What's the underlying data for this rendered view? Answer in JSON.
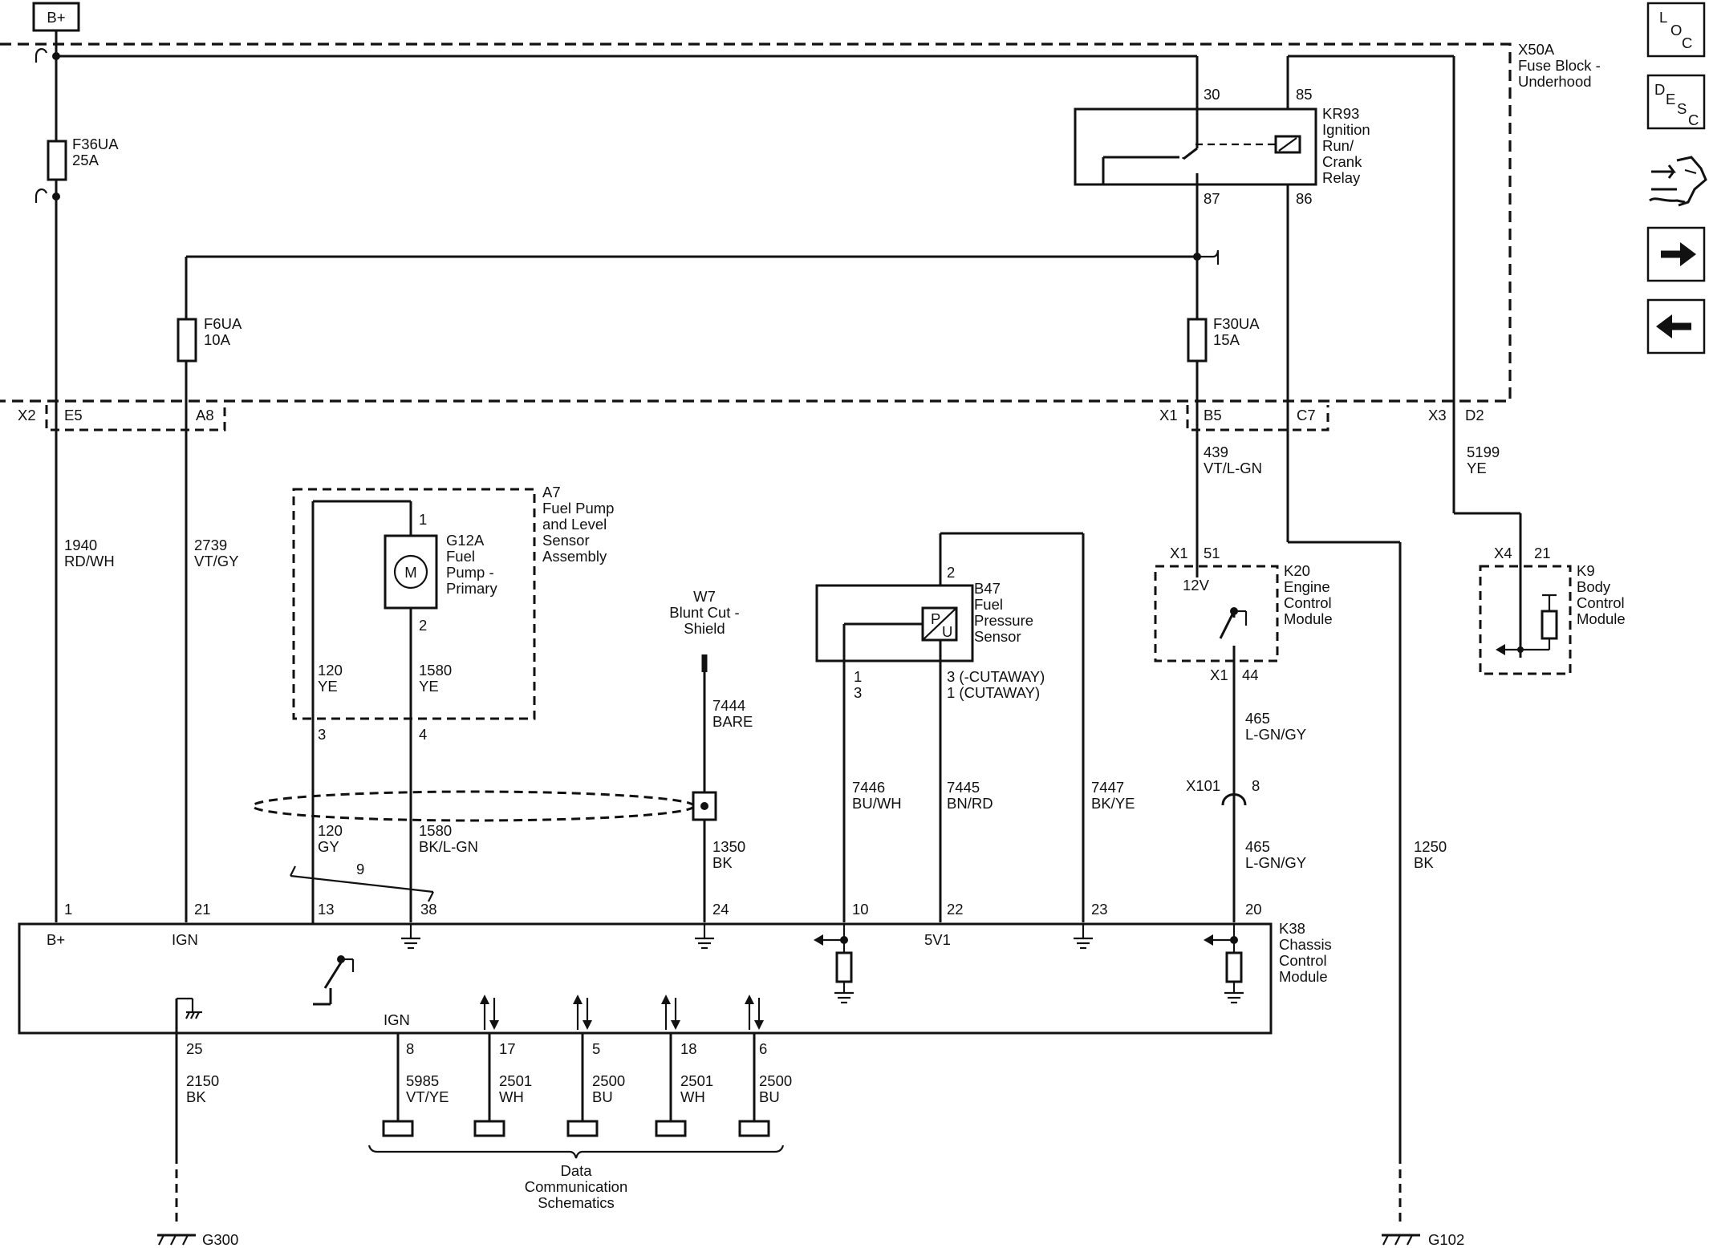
{
  "battery": {
    "label": "B+"
  },
  "fuse_block": {
    "name": "X50A",
    "desc": [
      "Fuse Block -",
      "Underhood"
    ]
  },
  "fuses": {
    "f36": [
      "F36UA",
      "25A"
    ],
    "f6": [
      "F6UA",
      "10A"
    ],
    "f30": [
      "F30UA",
      "15A"
    ]
  },
  "relay": {
    "name": "KR93",
    "desc": [
      "Ignition",
      "Run/",
      "Crank",
      "Relay"
    ],
    "pins": {
      "p30": "30",
      "p85": "85",
      "p87": "87",
      "p86": "86"
    }
  },
  "connectors": {
    "x2": "X2",
    "e5": "E5",
    "a8": "A8",
    "x1": "X1",
    "b5": "B5",
    "c7": "C7",
    "x3": "X3",
    "d2": "D2",
    "x1_51": "X1",
    "pin51": "51",
    "x4": "X4",
    "pin21_k9": "21",
    "x1_44": "X1",
    "pin44": "44",
    "x101": "X101",
    "pin8_x101": "8"
  },
  "wires": {
    "w1940": [
      "1940",
      "RD/WH"
    ],
    "w2739": [
      "2739",
      "VT/GY"
    ],
    "w439": [
      "439",
      "VT/L-GN"
    ],
    "w5199": [
      "5199",
      "YE"
    ],
    "w120ye": [
      "120",
      "YE"
    ],
    "w1580ye": [
      "1580",
      "YE"
    ],
    "w120gy": [
      "120",
      "GY"
    ],
    "w1580bk": [
      "1580",
      "BK/L-GN"
    ],
    "w7444": [
      "7444",
      "BARE"
    ],
    "w1350": [
      "1350",
      "BK"
    ],
    "w7446": [
      "7446",
      "BU/WH"
    ],
    "w7445": [
      "7445",
      "BN/RD"
    ],
    "w7447": [
      "7447",
      "BK/YE"
    ],
    "w465a": [
      "465",
      "L-GN/GY"
    ],
    "w465b": [
      "465",
      "L-GN/GY"
    ],
    "w1250": [
      "1250",
      "BK"
    ],
    "w2150": [
      "2150",
      "BK"
    ],
    "w5985": [
      "5985",
      "VT/YE"
    ],
    "w2501a": [
      "2501",
      "WH"
    ],
    "w2500a": [
      "2500",
      "BU"
    ],
    "w2501b": [
      "2501",
      "WH"
    ],
    "w2500b": [
      "2500",
      "BU"
    ]
  },
  "a7": {
    "name": "A7",
    "desc": [
      "Fuel Pump",
      "and Level",
      "Sensor",
      "Assembly"
    ],
    "pins": {
      "p1": "1",
      "p2": "2",
      "p3": "3",
      "p4": "4"
    }
  },
  "g12a": {
    "name": "G12A",
    "desc": [
      "Fuel",
      "Pump -",
      "Primary"
    ],
    "motor": "M"
  },
  "w7": {
    "name": "W7",
    "desc": [
      "Blunt Cut -",
      "Shield"
    ]
  },
  "b47": {
    "name": "B47",
    "desc": [
      "Fuel",
      "Pressure",
      "Sensor"
    ],
    "pins": {
      "p2": "2",
      "p1": "1",
      "p3": "3",
      "p3cut": "3 (-CUTAWAY)",
      "p1cut": "1 (CUTAWAY)"
    },
    "symbol_p": "P",
    "symbol_u": "U"
  },
  "k20": {
    "name": "K20",
    "desc": [
      "Engine",
      "Control",
      "Module"
    ],
    "voltage": "12V"
  },
  "k9": {
    "name": "K9",
    "desc": [
      "Body",
      "Control",
      "Module"
    ]
  },
  "k38": {
    "name": "K38",
    "desc": [
      "Chassis",
      "Control",
      "Module"
    ],
    "labels": {
      "bplus": "B+",
      "ign": "IGN",
      "fivev": "5V1",
      "ign2": "IGN"
    },
    "pins_top": {
      "p1": "1",
      "p21": "21",
      "p13": "13",
      "p38": "38",
      "p24": "24",
      "p10": "10",
      "p22": "22",
      "p23": "23",
      "p20": "20"
    },
    "pins_bottom": {
      "p25": "25",
      "p8": "8",
      "p17": "17",
      "p5": "5",
      "p18": "18",
      "p6": "6"
    }
  },
  "twist": {
    "label": "9"
  },
  "data_comm": [
    "Data",
    "Communication",
    "Schematics"
  ],
  "grounds": {
    "g300": "G300",
    "g102": "G102"
  },
  "nav": {
    "loc": [
      "L",
      "O",
      "C"
    ],
    "desc": [
      "D",
      "E",
      "S",
      "C"
    ]
  }
}
